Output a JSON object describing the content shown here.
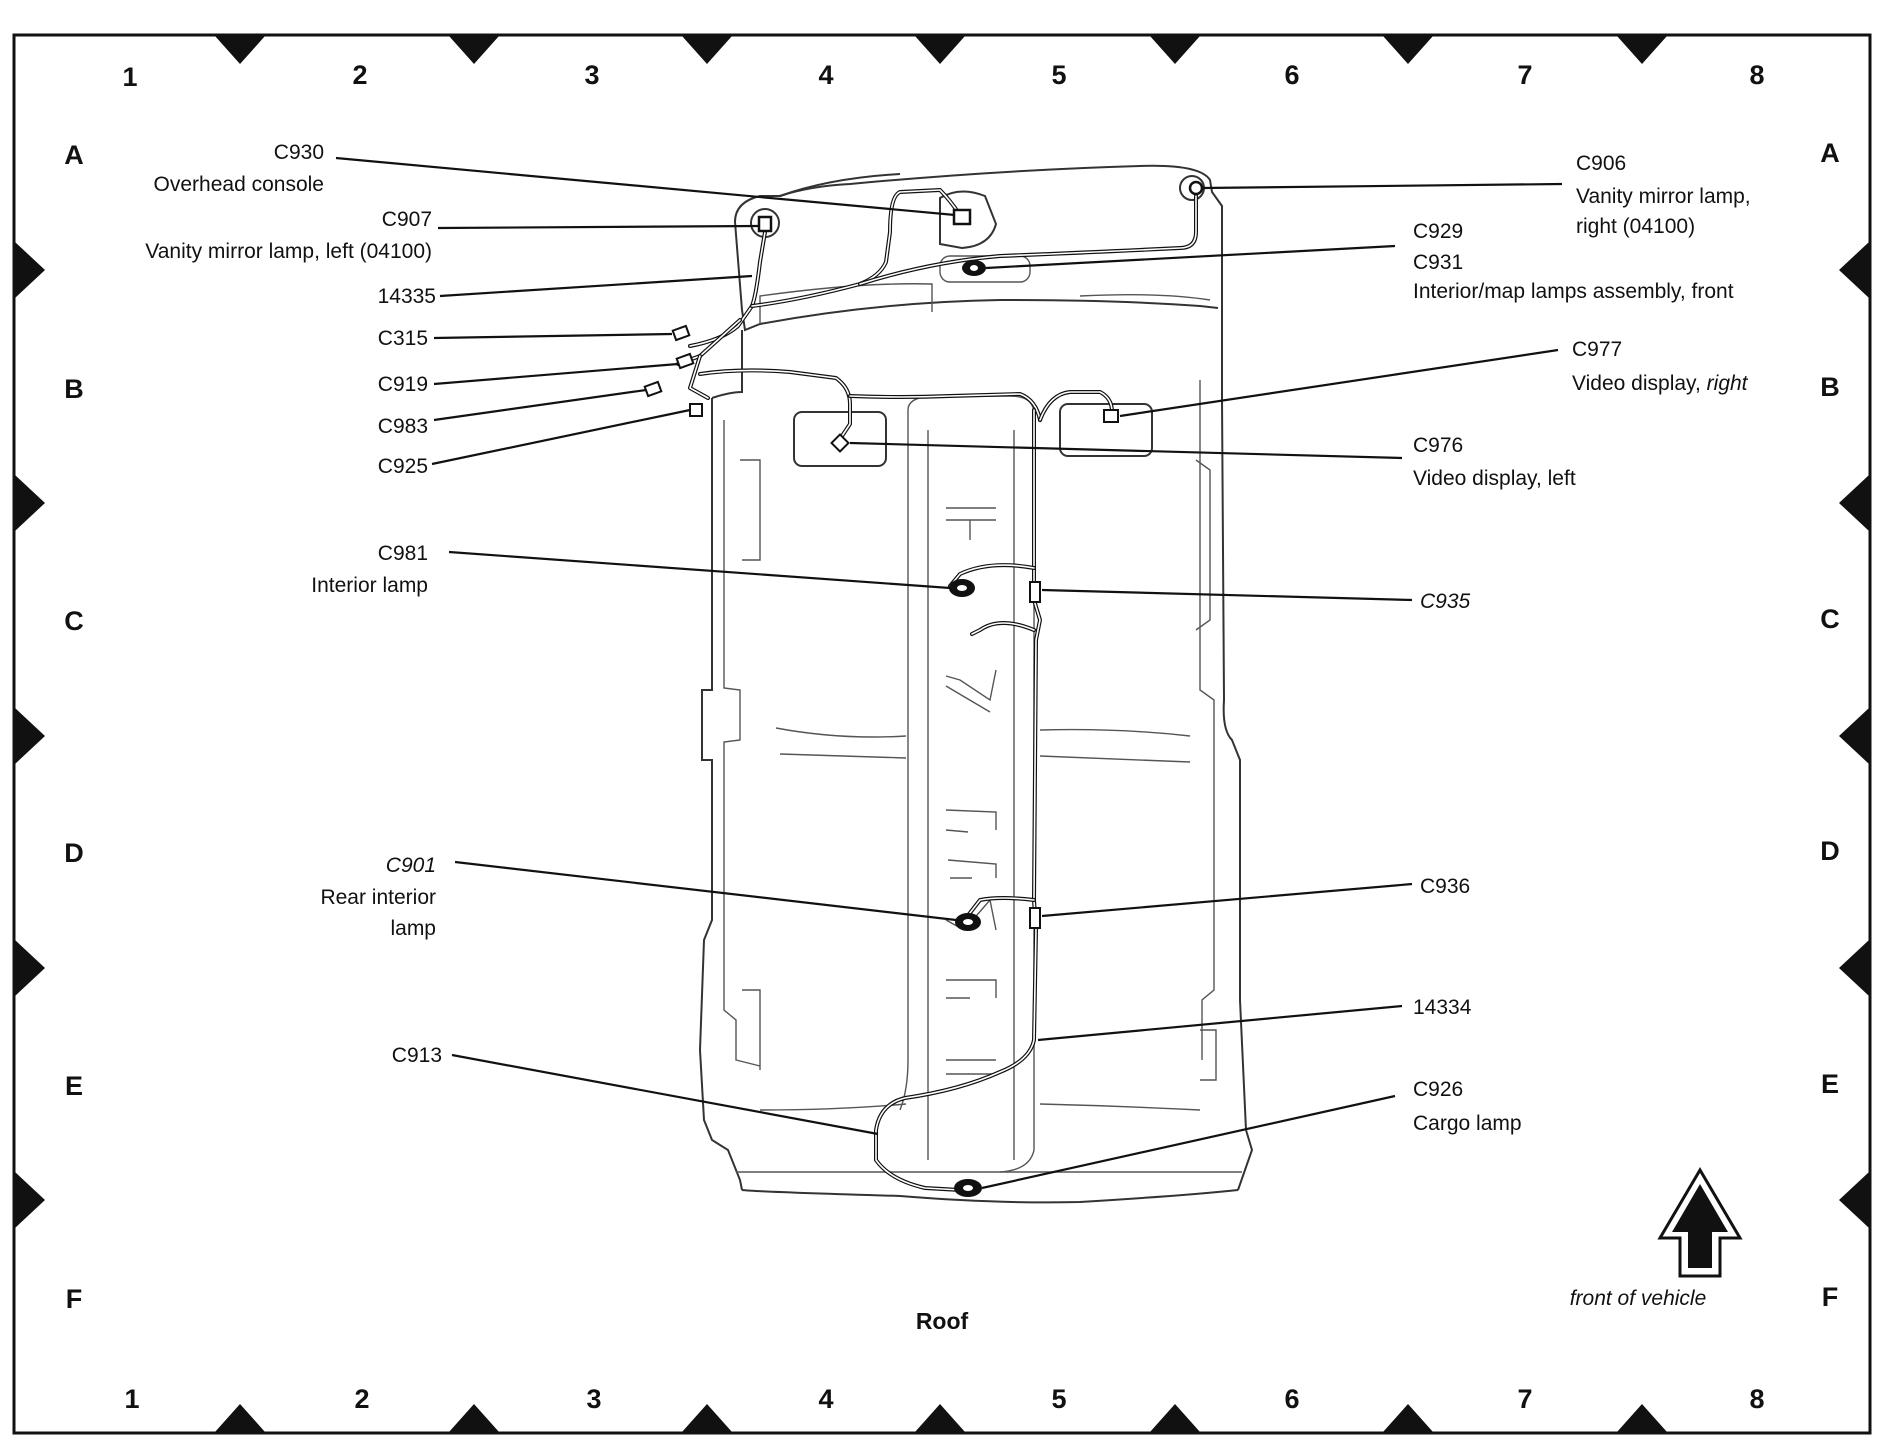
{
  "title": "Roof",
  "grid": {
    "columns": [
      "1",
      "2",
      "3",
      "4",
      "5",
      "6",
      "7",
      "8"
    ],
    "rows": [
      "A",
      "B",
      "C",
      "D",
      "E",
      "F"
    ]
  },
  "callouts": {
    "c930": {
      "code": "C930",
      "desc": "Overhead console"
    },
    "c907": {
      "code": "C907",
      "desc": "Vanity mirror lamp, left (04100)"
    },
    "h14335": {
      "code": "14335"
    },
    "c315": {
      "code": "C315"
    },
    "c919": {
      "code": "C919"
    },
    "c983": {
      "code": "C983"
    },
    "c925": {
      "code": "C925"
    },
    "c981": {
      "code": "C981",
      "desc": "Interior lamp"
    },
    "c901": {
      "code": "C901",
      "desc1": "Rear interior",
      "desc2": "lamp"
    },
    "c913": {
      "code": "C913"
    },
    "c906": {
      "code": "C906",
      "desc1": "Vanity mirror lamp,",
      "desc2": "right (04100)"
    },
    "c929": {
      "code": "C929"
    },
    "c931": {
      "code": "C931",
      "desc": "Interior/map lamps assembly, front"
    },
    "c977": {
      "code": "C977",
      "desc": "Video display, ",
      "desc_italic": "right"
    },
    "c976": {
      "code": "C976",
      "desc": "Video display, left"
    },
    "c935": {
      "code": "C935"
    },
    "c936": {
      "code": "C936"
    },
    "h14334": {
      "code": "14334"
    },
    "c926": {
      "code": "C926",
      "desc": "Cargo lamp"
    }
  },
  "front_indicator": {
    "label": "front of vehicle",
    "icon": "up-arrow-icon"
  },
  "colors": {
    "ink": "#111111",
    "paper": "#ffffff"
  }
}
